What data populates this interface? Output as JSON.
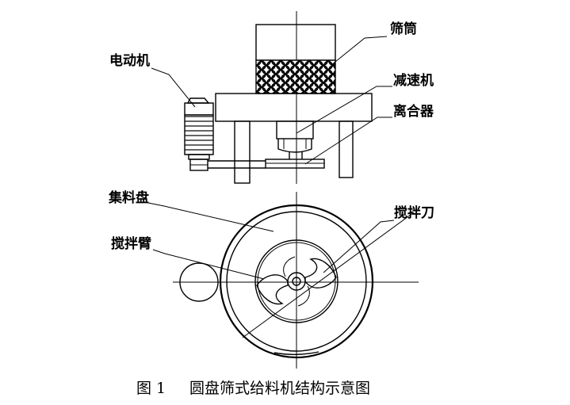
{
  "labels": {
    "screen_drum": "筛筒",
    "motor": "电动机",
    "reducer": "减速机",
    "clutch": "离合器",
    "collecting_tray": "集料盘",
    "stirring_blade": "搅拌刀",
    "stirring_arm": "搅拌臂"
  },
  "caption": {
    "figure_number": "图 1",
    "title": "圆盘筛式给料机结构示意图"
  }
}
